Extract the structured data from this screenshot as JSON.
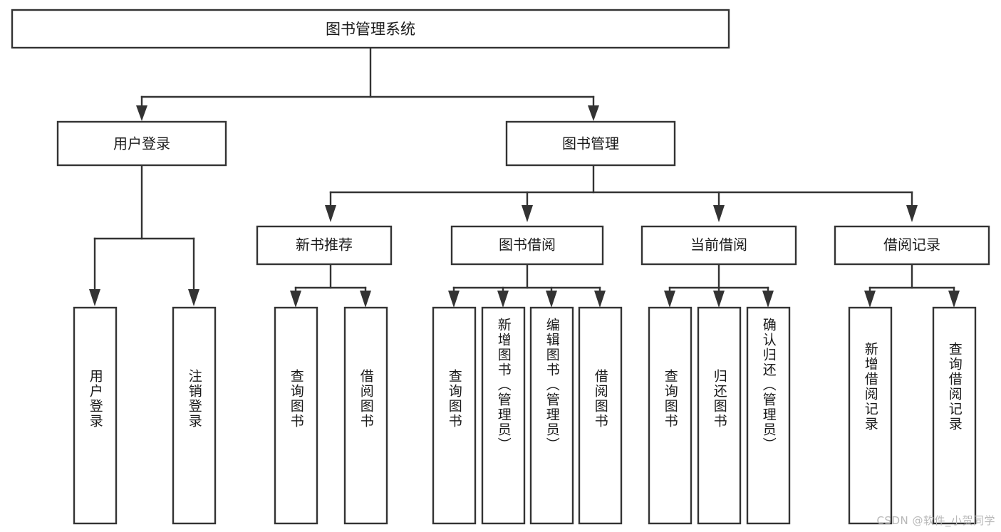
{
  "diagram": {
    "title": "图书管理系统",
    "type": "tree",
    "root": {
      "id": "root",
      "label": "图书管理系统",
      "orientation": "horizontal"
    },
    "level2": [
      {
        "id": "user-login",
        "label": "用户登录",
        "orientation": "horizontal"
      },
      {
        "id": "book-manage",
        "label": "图书管理",
        "orientation": "horizontal"
      }
    ],
    "level3": [
      {
        "id": "new-book-rec",
        "label": "新书推荐",
        "parent": "book-manage",
        "orientation": "horizontal"
      },
      {
        "id": "book-borrow",
        "label": "图书借阅",
        "parent": "book-manage",
        "orientation": "horizontal"
      },
      {
        "id": "current-borrow",
        "label": "当前借阅",
        "parent": "book-manage",
        "orientation": "horizontal"
      },
      {
        "id": "borrow-record",
        "label": "借阅记录",
        "parent": "book-manage",
        "orientation": "horizontal"
      }
    ],
    "leaves": [
      {
        "id": "leaf-user-login",
        "label": "用户登录",
        "parent": "user-login",
        "orientation": "vertical"
      },
      {
        "id": "leaf-user-logout",
        "label": "注销登录",
        "parent": "user-login",
        "orientation": "vertical"
      },
      {
        "id": "leaf-query-book-1",
        "label": "查询图书",
        "parent": "new-book-rec",
        "orientation": "vertical"
      },
      {
        "id": "leaf-borrow-book-1",
        "label": "借阅图书",
        "parent": "new-book-rec",
        "orientation": "vertical"
      },
      {
        "id": "leaf-query-book-2",
        "label": "查询图书",
        "parent": "book-borrow",
        "orientation": "vertical"
      },
      {
        "id": "leaf-add-book",
        "label": "新增图书（管理员）",
        "parent": "book-borrow",
        "orientation": "vertical"
      },
      {
        "id": "leaf-edit-book",
        "label": "编辑图书（管理员）",
        "parent": "book-borrow",
        "orientation": "vertical"
      },
      {
        "id": "leaf-borrow-book-2",
        "label": "借阅图书",
        "parent": "book-borrow",
        "orientation": "vertical"
      },
      {
        "id": "leaf-query-book-3",
        "label": "查询图书",
        "parent": "current-borrow",
        "orientation": "vertical"
      },
      {
        "id": "leaf-return-book",
        "label": "归还图书",
        "parent": "current-borrow",
        "orientation": "vertical"
      },
      {
        "id": "leaf-confirm-return",
        "label": "确认归还（管理员）",
        "parent": "current-borrow",
        "orientation": "vertical"
      },
      {
        "id": "leaf-add-record",
        "label": "新增借阅记录",
        "parent": "borrow-record",
        "orientation": "vertical"
      },
      {
        "id": "leaf-query-record",
        "label": "查询借阅记录",
        "parent": "borrow-record",
        "orientation": "vertical"
      }
    ],
    "watermark": "CSDN @软件_小贺同学",
    "colors": {
      "background": "#ffffff",
      "box_fill": "#ffffff",
      "box_stroke": "#333333",
      "text": "#1a1a1a",
      "watermark": "#b8b8b8"
    }
  }
}
